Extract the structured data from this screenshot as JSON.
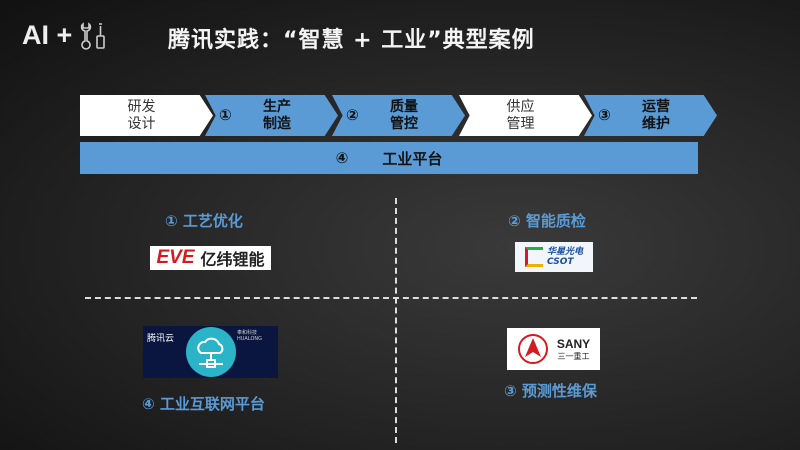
{
  "header": {
    "brand": "AI +",
    "title": "腾讯实践：“智慧 + 工业”典型案例"
  },
  "chain": [
    {
      "num": "",
      "line1": "研发",
      "line2": "设计",
      "style": "white"
    },
    {
      "num": "①",
      "line1": "生产",
      "line2": "制造",
      "style": "blue"
    },
    {
      "num": "②",
      "line1": "质量",
      "line2": "管控",
      "style": "blue"
    },
    {
      "num": "",
      "line1": "供应",
      "line2": "管理",
      "style": "white"
    },
    {
      "num": "③",
      "line1": "运营",
      "line2": "维护",
      "style": "blue"
    }
  ],
  "platform": {
    "num": "④",
    "label": "工业平台"
  },
  "quadrants": {
    "q1": {
      "label": "① 工艺优化",
      "logo_brand": "EVE",
      "logo_text": "亿纬锂能"
    },
    "q2": {
      "label": "② 智能质检",
      "logo_text": "华星光电",
      "logo_sub": "CSOT"
    },
    "q3": {
      "label": "④ 工业互联网平台",
      "logo_left": "腾讯云",
      "logo_right": "奉和科技 HUALONG"
    },
    "q4": {
      "label": "③ 预测性维保",
      "logo_brand": "SANY",
      "logo_text": "三一重工"
    }
  },
  "colors": {
    "accent": "#5a9bd5"
  }
}
